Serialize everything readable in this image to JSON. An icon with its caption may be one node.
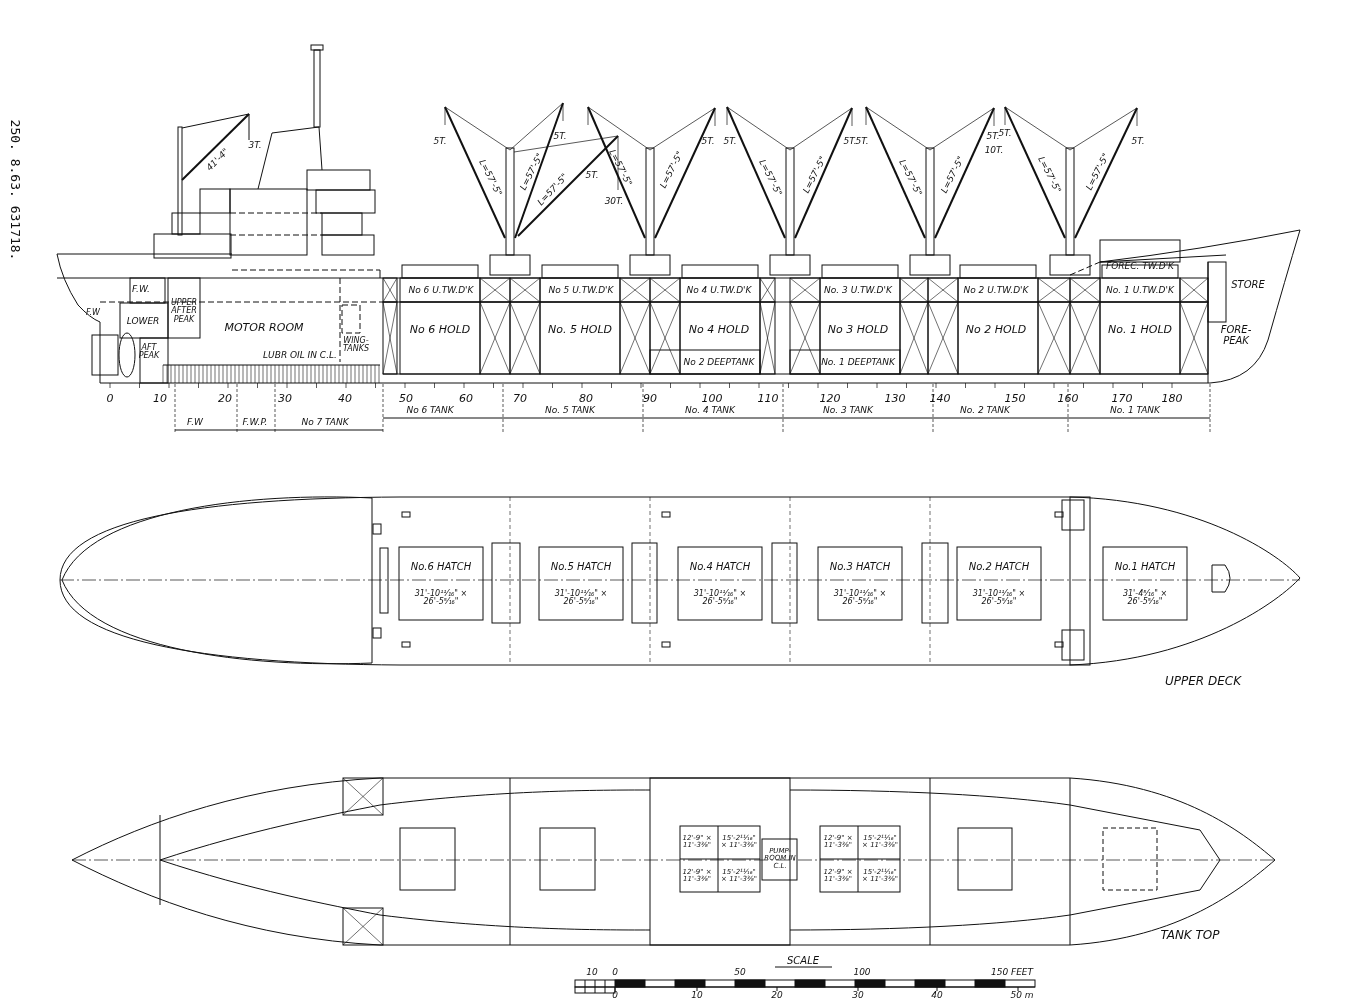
{
  "diagram": {
    "labels": [
      "250. 8.63. 631718.",
      "41'-4\"",
      "3T.",
      "5T.",
      "L=57'-5\"",
      "L=57'-5\"",
      "5T.",
      "L=57'-5\"",
      "5T.",
      "30T.",
      "L=57'-5\"",
      "L=57'-5\"",
      "5T.",
      "5T.",
      "L=57'-5\"",
      "L=57'-5\"",
      "5T.",
      "5T.",
      "L=57'-5\"",
      "L=57'-5\"",
      "5T.",
      "10T.",
      "5T.",
      "L=57'-5\"",
      "L=57'-5\"",
      "5T.",
      "F.W.",
      "UPPER AFTER PEAK",
      "F.W",
      "LOWER",
      "AFT PEAK",
      "MOTOR ROOM",
      "WING-TANKS",
      "LUBR OIL IN C.L.",
      "No 6 U.TW.D'K",
      "No 6 HOLD",
      "No 5 U.TW.D'K",
      "No. 5 HOLD",
      "No 4 U.TW.D'K",
      "No 4 HOLD",
      "No 2 DEEPTANK",
      "No. 3 U.TW.D'K",
      "No 3 HOLD",
      "No. 1 DEEPTANK",
      "No 2 U.TW.D'K",
      "No 2 HOLD",
      "FOREC. TW.D'K",
      "No. 1 U.TW.D'K",
      "No. 1 HOLD",
      "STORE",
      "FORE-PEAK",
      "0",
      "10",
      "20",
      "30",
      "40",
      "50",
      "60",
      "70",
      "80",
      "90",
      "100",
      "110",
      "120",
      "130",
      "140",
      "150",
      "160",
      "170",
      "180",
      "F.W",
      "F.W.P.",
      "No 7 TANK",
      "No 6 TANK",
      "No. 5 TANK",
      "No. 4 TANK",
      "No. 3 TANK",
      "No. 2 TANK",
      "No. 1 TANK",
      "No.6 HATCH",
      "31'-10¹¹⁄₁₆\" × 26'-5⁵⁄₁₆\"",
      "No.5 HATCH",
      "31'-10¹¹⁄₁₆\" × 26'-5⁵⁄₁₆\"",
      "No.4 HATCH",
      "31'-10¹¹⁄₁₆\" × 26'-5⁵⁄₁₆\"",
      "No.3 HATCH",
      "31'-10¹¹⁄₁₆\" × 26'-5⁵⁄₁₆\"",
      "No.2 HATCH",
      "31'-10¹¹⁄₁₆\" × 26'-5⁵⁄₁₆\"",
      "No.1 HATCH",
      "31'-4⁵⁄₁₆\" × 26'-5⁵⁄₁₆\"",
      "UPPER DECK",
      "12'-9\" × 11'-3⅜\"",
      "15'-2¹¹⁄₁₆\" × 11'-3⅜\"",
      "12'-9\" × 11'-3⅜\"",
      "15'-2¹¹⁄₁₆\" × 11'-3⅜\"",
      "12'-9\" × 11'-3⅜\"",
      "15'-2¹¹⁄₁₆\" × 11'-3⅜\"",
      "12'-9\" × 11'-3⅜\"",
      "15'-2¹¹⁄₁₆\" × 11'-3⅜\"",
      "PUMP-ROOM IN C.L.",
      "TANK TOP",
      "SCALE",
      "10",
      "0",
      "50",
      "100",
      "150 FEET",
      "0",
      "10",
      "20",
      "30",
      "40",
      "50 m"
    ]
  }
}
